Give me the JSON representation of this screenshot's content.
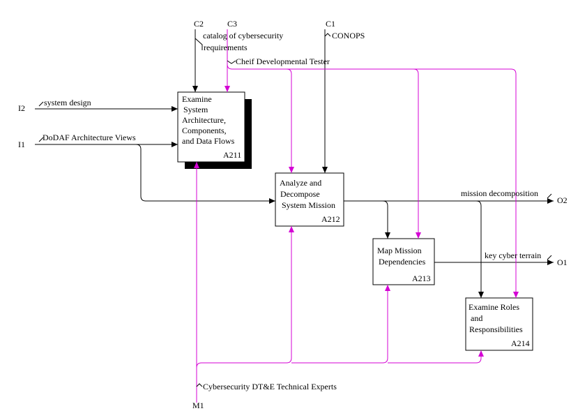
{
  "colors": {
    "control_mechanism": "#d400d4",
    "flow": "#000000",
    "box_border": "#000000",
    "shadow": "#000000"
  },
  "tunnels": {
    "C2": "C2",
    "C3": "C3",
    "C1": "C1",
    "I2": "I2",
    "I1": "I1",
    "O2": "O2",
    "O1": "O1",
    "M1": "M1"
  },
  "labels": {
    "catalog_1": "catalog of cybersecurity",
    "catalog_2": "requirements",
    "conops": "CONOPS",
    "tester": "Cheif Developmental Tester",
    "system_design": "system design",
    "dodaf": "DoDAF Architecture Views",
    "mission_decomp": "mission decomposition",
    "key_cyber": "key cyber terrain",
    "experts": "Cybersecurity DT&E Technical Experts"
  },
  "boxes": {
    "a211": {
      "lines": [
        "Examine",
        "System",
        "Architecture,",
        "Components,",
        "and Data Flows"
      ],
      "id": "A211"
    },
    "a212": {
      "lines": [
        "Analyze and",
        "Decompose",
        "System Mission"
      ],
      "id": "A212"
    },
    "a213": {
      "lines": [
        "Map Mission",
        "Dependencies"
      ],
      "id": "A213"
    },
    "a214": {
      "lines": [
        "Examine Roles",
        "and",
        "Responsibilities"
      ],
      "id": "A214"
    }
  }
}
